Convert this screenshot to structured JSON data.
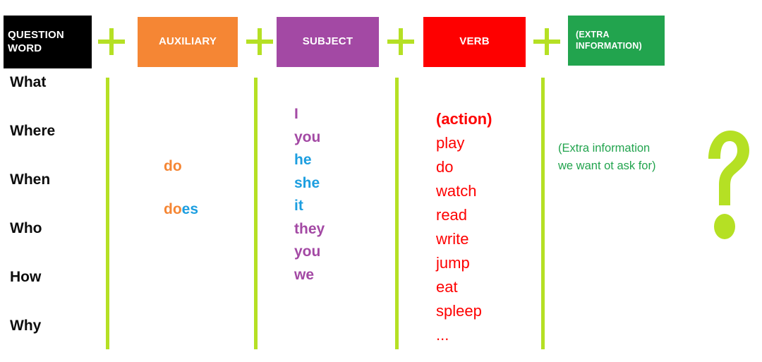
{
  "colors": {
    "accent_green": "#b5e024",
    "black": "#000000",
    "orange": "#f58634",
    "purple": "#a349a4",
    "red": "#fe0000",
    "green": "#22a44e",
    "blue": "#1c9ee0"
  },
  "headers": [
    {
      "id": "question-word",
      "label": "QUESTION WORD",
      "color": "#000000"
    },
    {
      "id": "auxiliary",
      "label": "AUXILIARY",
      "color": "#f58634"
    },
    {
      "id": "subject",
      "label": "SUBJECT",
      "color": "#a349a4"
    },
    {
      "id": "verb",
      "label": "VERB",
      "color": "#fe0000"
    },
    {
      "id": "extra-information",
      "label": "(EXTRA INFORMATION)",
      "color": "#22a44e"
    }
  ],
  "operators": [
    {
      "symbol": "+"
    },
    {
      "symbol": "+"
    },
    {
      "symbol": "+"
    },
    {
      "symbol": "+"
    }
  ],
  "columns": {
    "question_words": {
      "items": [
        "What",
        "Where",
        "When",
        "Who",
        "How",
        "Why"
      ]
    },
    "auxiliary": {
      "items": [
        {
          "text": "do",
          "stem": "do",
          "suffix": ""
        },
        {
          "text": "does",
          "stem": "do",
          "suffix": "es"
        }
      ]
    },
    "subject": {
      "items": [
        {
          "text": "I",
          "color": "purple"
        },
        {
          "text": "you",
          "color": "purple"
        },
        {
          "text": "he",
          "color": "blue"
        },
        {
          "text": "she",
          "color": "blue"
        },
        {
          "text": "it",
          "color": "blue"
        },
        {
          "text": "they",
          "color": "purple"
        },
        {
          "text": "you",
          "color": "purple"
        },
        {
          "text": "we",
          "color": "purple"
        }
      ]
    },
    "verb": {
      "items": [
        {
          "text": "(action)",
          "bold": true
        },
        {
          "text": "play",
          "bold": false
        },
        {
          "text": "do",
          "bold": false
        },
        {
          "text": "watch",
          "bold": false
        },
        {
          "text": "read",
          "bold": false
        },
        {
          "text": "write",
          "bold": false
        },
        {
          "text": "jump",
          "bold": false
        },
        {
          "text": "eat",
          "bold": false
        },
        {
          "text": "spleep",
          "bold": false
        },
        {
          "text": "...",
          "bold": false
        }
      ]
    },
    "extra_information": {
      "note_line1": "(Extra information",
      "note_line2": "we want ot ask for)"
    }
  },
  "question_mark": {
    "symbol": "?",
    "color": "#b5e024"
  }
}
